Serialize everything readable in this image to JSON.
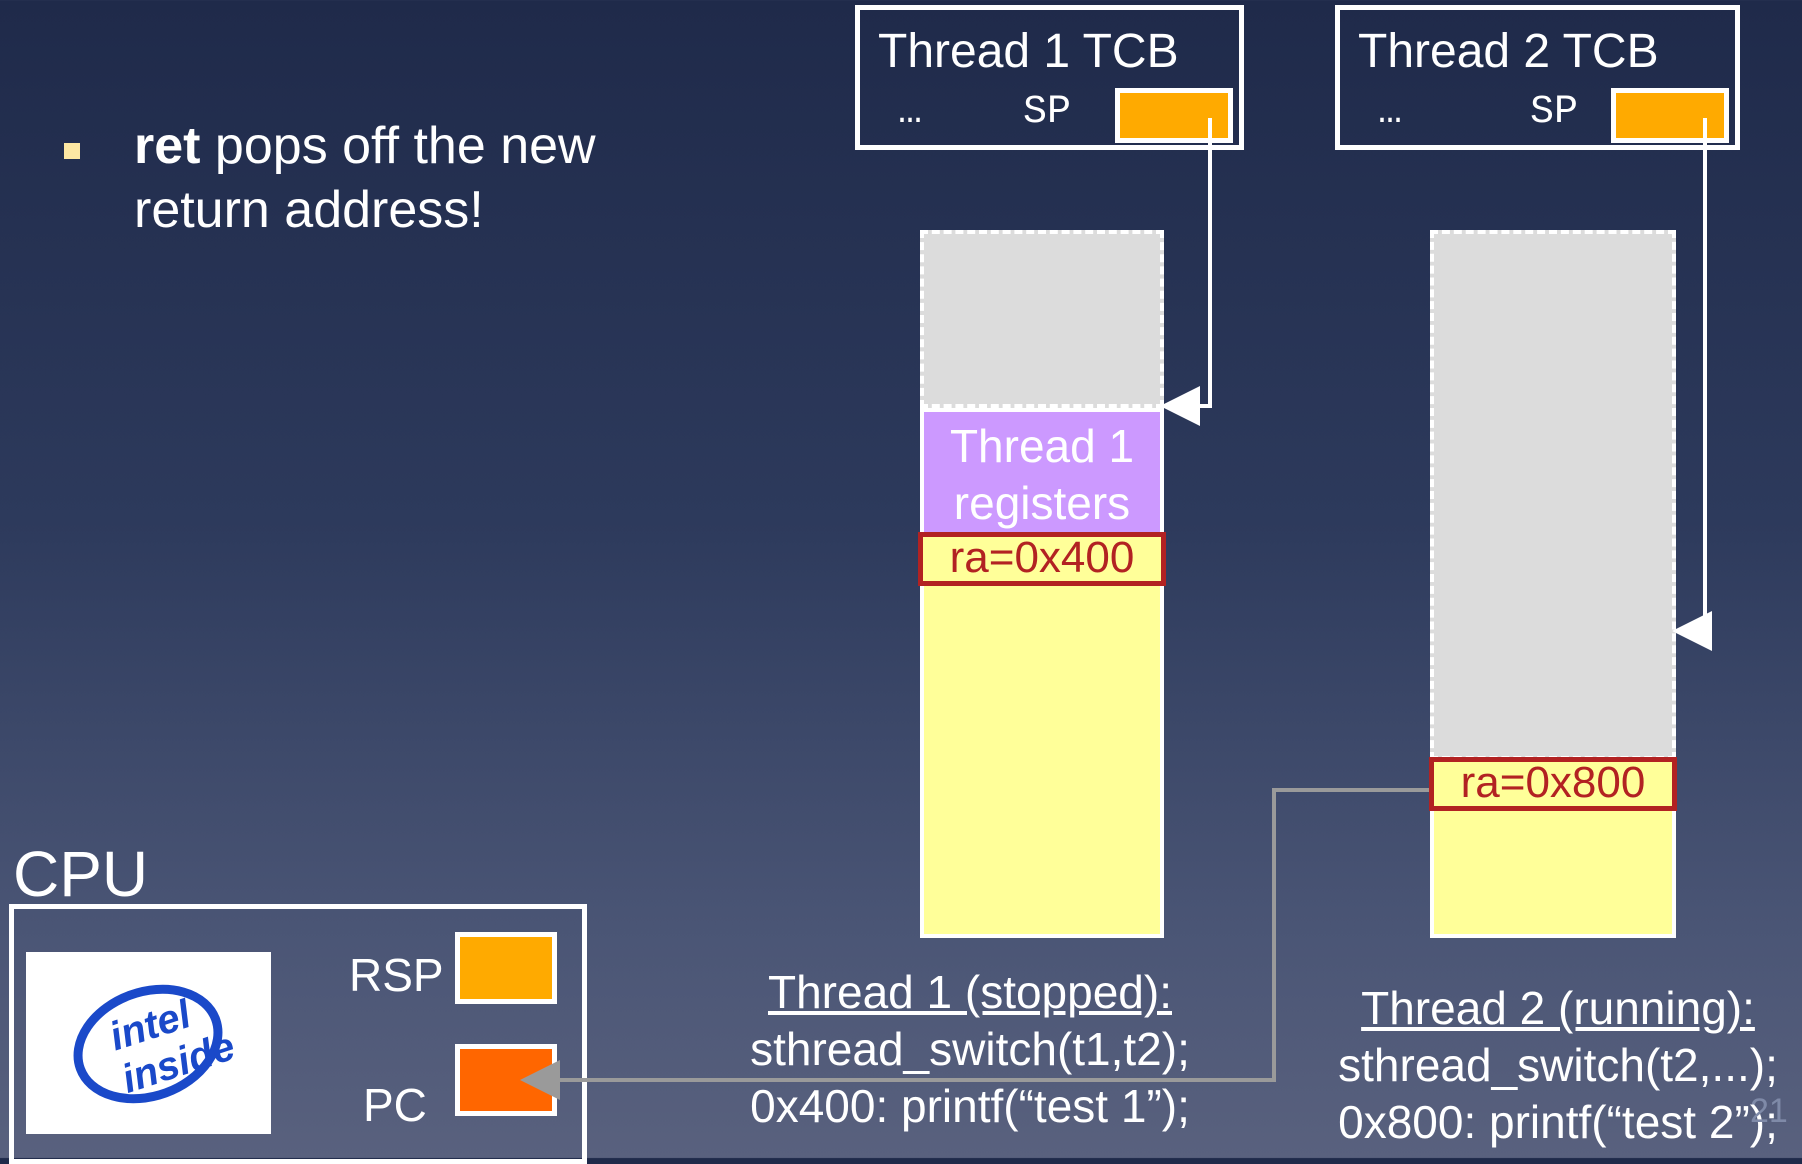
{
  "bullet": {
    "bold": "ret",
    "rest": " pops off the new return address!"
  },
  "tcb1": {
    "title": "Thread 1 TCB",
    "dots": "…",
    "sp": "SP"
  },
  "tcb2": {
    "title": "Thread 2 TCB",
    "dots": "…",
    "sp": "SP"
  },
  "stack1": {
    "registers_line1": "Thread 1",
    "registers_line2": "registers",
    "ra": "ra=0x400"
  },
  "stack2": {
    "ra": "ra=0x800"
  },
  "thread1_caption": {
    "heading": "Thread 1 (stopped):",
    "line1": "sthread_switch(t1,t2);",
    "line2": "0x400: printf(“test 1”);"
  },
  "thread2_caption": {
    "heading": "Thread 2 (running):",
    "line1": "sthread_switch(t2,...);",
    "line2": "0x800: printf(“test 2”);"
  },
  "cpu": {
    "label": "CPU",
    "rsp_label": "RSP",
    "pc_label": "PC",
    "logo_text_line1": "intel",
    "logo_text_line2": "inside"
  },
  "page_number": "21",
  "colors": {
    "sp": "#ffaa00",
    "pc": "#ff6600",
    "registers": "#cc99ff",
    "stack": "#ffff99",
    "ra_border": "#b22222"
  }
}
